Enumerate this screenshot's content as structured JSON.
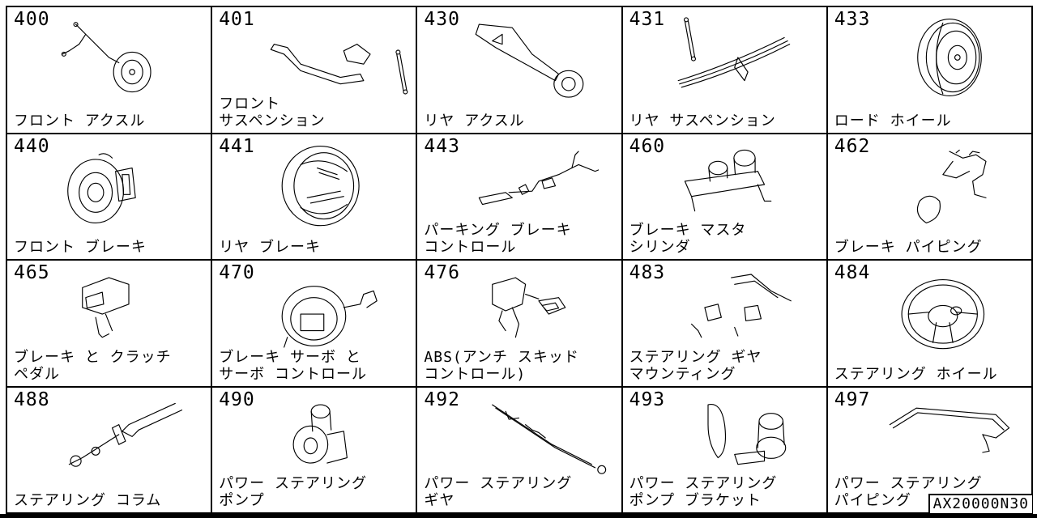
{
  "catalog_ref": "AX20000N30",
  "cells": [
    {
      "code": "400",
      "lines": [
        "フロント アクスル"
      ],
      "icon": "front-axle-icon"
    },
    {
      "code": "401",
      "lines": [
        "フロント",
        "サスペンション"
      ],
      "icon": "front-suspension-icon"
    },
    {
      "code": "430",
      "lines": [
        "リヤ アクスル"
      ],
      "icon": "rear-axle-icon"
    },
    {
      "code": "431",
      "lines": [
        "リヤ サスペンション"
      ],
      "icon": "rear-suspension-icon"
    },
    {
      "code": "433",
      "lines": [
        "ロード ホイール"
      ],
      "icon": "road-wheel-icon"
    },
    {
      "code": "440",
      "lines": [
        "フロント ブレーキ"
      ],
      "icon": "front-brake-icon"
    },
    {
      "code": "441",
      "lines": [
        "リヤ ブレーキ"
      ],
      "icon": "rear-brake-icon"
    },
    {
      "code": "443",
      "lines": [
        "パーキング ブレーキ",
        "コントロール"
      ],
      "icon": "parking-brake-icon"
    },
    {
      "code": "460",
      "lines": [
        "ブレーキ マスタ",
        "シリンダ"
      ],
      "icon": "master-cylinder-icon"
    },
    {
      "code": "462",
      "lines": [
        "ブレーキ パイピング"
      ],
      "icon": "brake-piping-icon"
    },
    {
      "code": "465",
      "lines": [
        "ブレーキ と クラッチ",
        "ペダル"
      ],
      "icon": "pedal-icon"
    },
    {
      "code": "470",
      "lines": [
        "ブレーキ サーボ と",
        "サーボ コントロール"
      ],
      "icon": "brake-servo-icon"
    },
    {
      "code": "476",
      "lines": [
        "ABS(アンチ スキッド",
        "コントロール)"
      ],
      "icon": "abs-unit-icon"
    },
    {
      "code": "483",
      "lines": [
        "ステアリング ギヤ",
        "マウンティング"
      ],
      "icon": "gear-mounting-icon"
    },
    {
      "code": "484",
      "lines": [
        "ステアリング ホイール"
      ],
      "icon": "steering-wheel-icon"
    },
    {
      "code": "488",
      "lines": [
        "ステアリング コラム"
      ],
      "icon": "steering-column-icon"
    },
    {
      "code": "490",
      "lines": [
        "パワー ステアリング",
        "ポンプ"
      ],
      "icon": "power-steering-pump-icon"
    },
    {
      "code": "492",
      "lines": [
        "パワー ステアリング",
        "ギヤ"
      ],
      "icon": "steering-gear-icon"
    },
    {
      "code": "493",
      "lines": [
        "パワー ステアリング",
        "ポンプ ブラケット"
      ],
      "icon": "pump-bracket-icon"
    },
    {
      "code": "497",
      "lines": [
        "パワー ステアリング",
        "パイピング"
      ],
      "icon": "steering-piping-icon"
    }
  ]
}
